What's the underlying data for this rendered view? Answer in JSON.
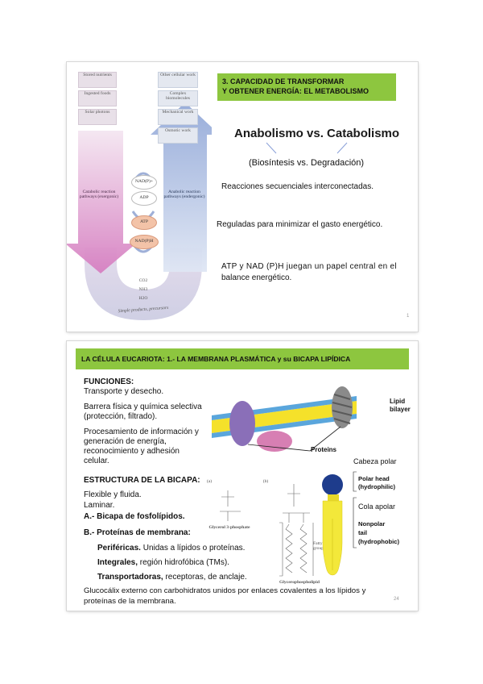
{
  "slide1": {
    "title_line1": "3. CAPACIDAD DE TRANSFORMAR",
    "title_line2": "Y OBTENER ENERGÍA: EL METABOLISMO",
    "heading": "Anabolismo vs. Catabolismo",
    "subheading": "(Biosíntesis vs. Degradación)",
    "bullet1": "Reacciones secuenciales interconectadas.",
    "bullet2": "Reguladas para minimizar el gasto energético.",
    "bullet3_line1": "ATP y NAD (P)H juegan un papel central en el",
    "bullet3_line2": "balance energético.",
    "page_number": "1",
    "diagram": {
      "left_boxes": [
        "Stored nutrients",
        "Ingested foods",
        "Solar photons"
      ],
      "right_boxes": [
        "Other cellular work",
        "Complex biomolecules",
        "Mechanical work",
        "Osmotic work"
      ],
      "left_arrow_label": "Catabolic reaction pathways (exergonic)",
      "right_arrow_label": "Anabolic reaction pathways (endergonic)",
      "nodes": [
        "NAD(P)+",
        "ADP",
        "ATP",
        "NAD(P)H"
      ],
      "bottom_products": [
        "CO2",
        "NH3",
        "H2O"
      ],
      "bottom_arc_text": "Simple products, precursors"
    }
  },
  "slide2": {
    "title": "LA CÉLULA EUCARIOTA: 1.- LA MEMBRANA PLASMÁTICA y su BICAPA LIPÍDICA",
    "funciones_heading": "FUNCIONES:",
    "funciones": [
      "Transporte y desecho.",
      "Barrera física y química selectiva (protección, filtrado).",
      "Procesamiento de información y generación de energía, reconocimiento y adhesión celular."
    ],
    "estructura_heading": "ESTRUCTURA DE LA BICAPA:",
    "estructura_line1": "Flexible y fluida.",
    "estructura_line2": "Laminar.",
    "item_a": "A.- Bicapa de fosfolípidos.",
    "item_b": "B.- Proteínas de membrana:",
    "perifericas_bold": "Periféricas.",
    "perifericas_rest": " Unidas a lípidos o proteínas.",
    "integrales_bold": "Integrales,",
    "integrales_rest": " región hidrofóbica (TMs).",
    "transportadoras_bold": "Transportadoras,",
    "transportadoras_rest": " receptoras, de anclaje.",
    "glucocalix_line1": "Glucocálix externo con carbohidratos unidos por enlaces covalentes a los lípidos y",
    "glucocalix_line2": "proteínas de la membrana.",
    "page_number": "24",
    "figure": {
      "lipid_bilayer_label_1": "Lipid",
      "lipid_bilayer_label_2": "bilayer",
      "proteins_label": "Proteins",
      "cabeza_polar": "Cabeza polar",
      "polar_head_1": "Polar head",
      "polar_head_2": "(hydrophilic)",
      "cola_apolar": "Cola apolar",
      "nonpolar_1": "Nonpolar",
      "nonpolar_2": "tail",
      "nonpolar_3": "(hydrophobic)",
      "panel_a": "(a)",
      "panel_b": "(b)",
      "glycerol_label": "Glycerol 3-phosphate",
      "glycerophospholipid_label": "Glycerophospholipid",
      "fatty_acyl_label": "Fatty acyl groups"
    },
    "colors": {
      "title_bar": "#8dc63f",
      "bilayer_yellow": "#f5e12a",
      "bilayer_blue": "#5aa6dc",
      "protein_purple": "#8a6fb8",
      "protein_pink": "#d77fb3",
      "protein_gray": "#8a8a8a",
      "head_navy": "#1e3c8c",
      "tail_yellow": "#f3e83a"
    }
  }
}
